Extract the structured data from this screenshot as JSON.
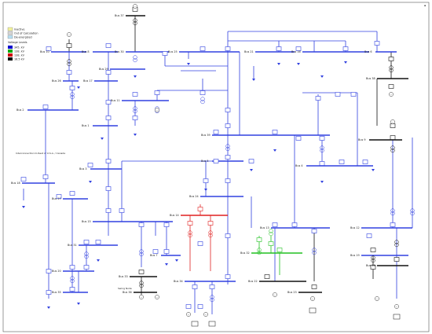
{
  "legend": {
    "items": [
      {
        "label": "Inactive",
        "color": "#f4f49c"
      },
      {
        "label": "Out of Calculation",
        "color": "#d8d8d8"
      },
      {
        "label": "De-energized",
        "color": "#b8e0f4"
      }
    ],
    "voltage_title": "Voltage Levels",
    "voltages": [
      {
        "label": "345. kV",
        "color": "#0000cc"
      },
      {
        "label": "138. kV",
        "color": "#00aa00"
      },
      {
        "label": "138. kV",
        "color": "#cc0000"
      },
      {
        "label": "16.5 kV",
        "color": "#000000"
      }
    ]
  },
  "annotations": {
    "interconnection": "Interconnection to Rest of U.S.A. / Canada",
    "swing_node": "Swing Node"
  },
  "colors": {
    "hv": "#3040e0",
    "mv_red": "#e02020",
    "mv_green": "#20c020",
    "lv": "#111111",
    "element": "#4a4a6a"
  },
  "buses": [
    "Bus 10",
    "Bus 8",
    "Bus 30",
    "Bus 25",
    "Bus 21",
    "Bus 16",
    "Bus 6",
    "Bus 26",
    "Bus 17",
    "Bus 2",
    "Bus 11",
    "Bus 1",
    "Bus 39",
    "Bus 9",
    "Bus 5",
    "Bus 4",
    "Bus 3",
    "Bus 18",
    "Bus 27",
    "Bus 24",
    "Bus 15",
    "Bus 14",
    "Bus 13",
    "Bus 12",
    "Bus 31",
    "Bus 7",
    "Bus 32",
    "Bus 19",
    "Bus 20",
    "Bus 33",
    "Bus 34",
    "Bus 22",
    "Bus 35",
    "Bus 23",
    "Bus 36",
    "Bus 28",
    "Bus 29",
    "Bus 38",
    "Bus 37"
  ]
}
